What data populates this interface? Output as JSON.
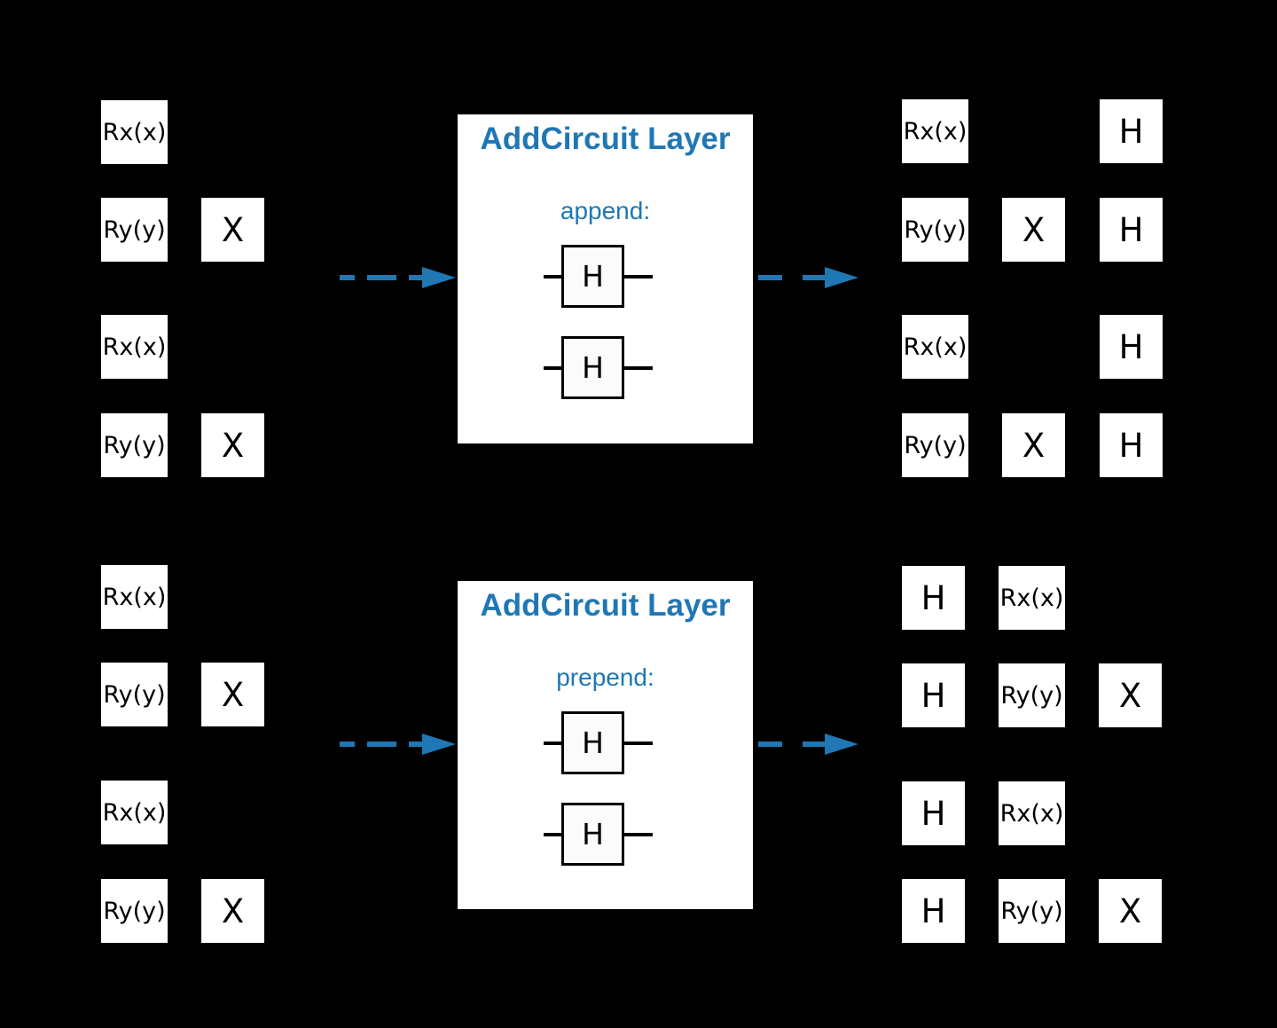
{
  "diagram": {
    "colors": {
      "background": "#000000",
      "accent_blue": "#1f77b4",
      "gate_fill": "#ffffff",
      "gate_text": "#000000",
      "mini_gate_fill": "#fbfbfb"
    },
    "sections": [
      {
        "id": "append",
        "layer": {
          "title": "AddCircuit Layer",
          "mode": "append:",
          "gates": [
            {
              "label": "H"
            },
            {
              "label": "H"
            }
          ]
        },
        "input": {
          "rows": [
            [
              "Rx(x)"
            ],
            [
              "Ry(y)",
              "X"
            ],
            [
              "Rx(x)"
            ],
            [
              "Ry(y)",
              "X"
            ]
          ]
        },
        "output": {
          "rows": [
            [
              "Rx(x)",
              "",
              "H"
            ],
            [
              "Ry(y)",
              "X",
              "H"
            ],
            [
              "Rx(x)",
              "",
              "H"
            ],
            [
              "Ry(y)",
              "X",
              "H"
            ]
          ]
        }
      },
      {
        "id": "prepend",
        "layer": {
          "title": "AddCircuit Layer",
          "mode": "prepend:",
          "gates": [
            {
              "label": "H"
            },
            {
              "label": "H"
            }
          ]
        },
        "input": {
          "rows": [
            [
              "Rx(x)"
            ],
            [
              "Ry(y)",
              "X"
            ],
            [
              "Rx(x)"
            ],
            [
              "Ry(y)",
              "X"
            ]
          ]
        },
        "output": {
          "rows": [
            [
              "H",
              "Rx(x)",
              ""
            ],
            [
              "H",
              "Ry(y)",
              "X"
            ],
            [
              "H",
              "Rx(x)",
              ""
            ],
            [
              "H",
              "Ry(y)",
              "X"
            ]
          ]
        }
      }
    ]
  }
}
